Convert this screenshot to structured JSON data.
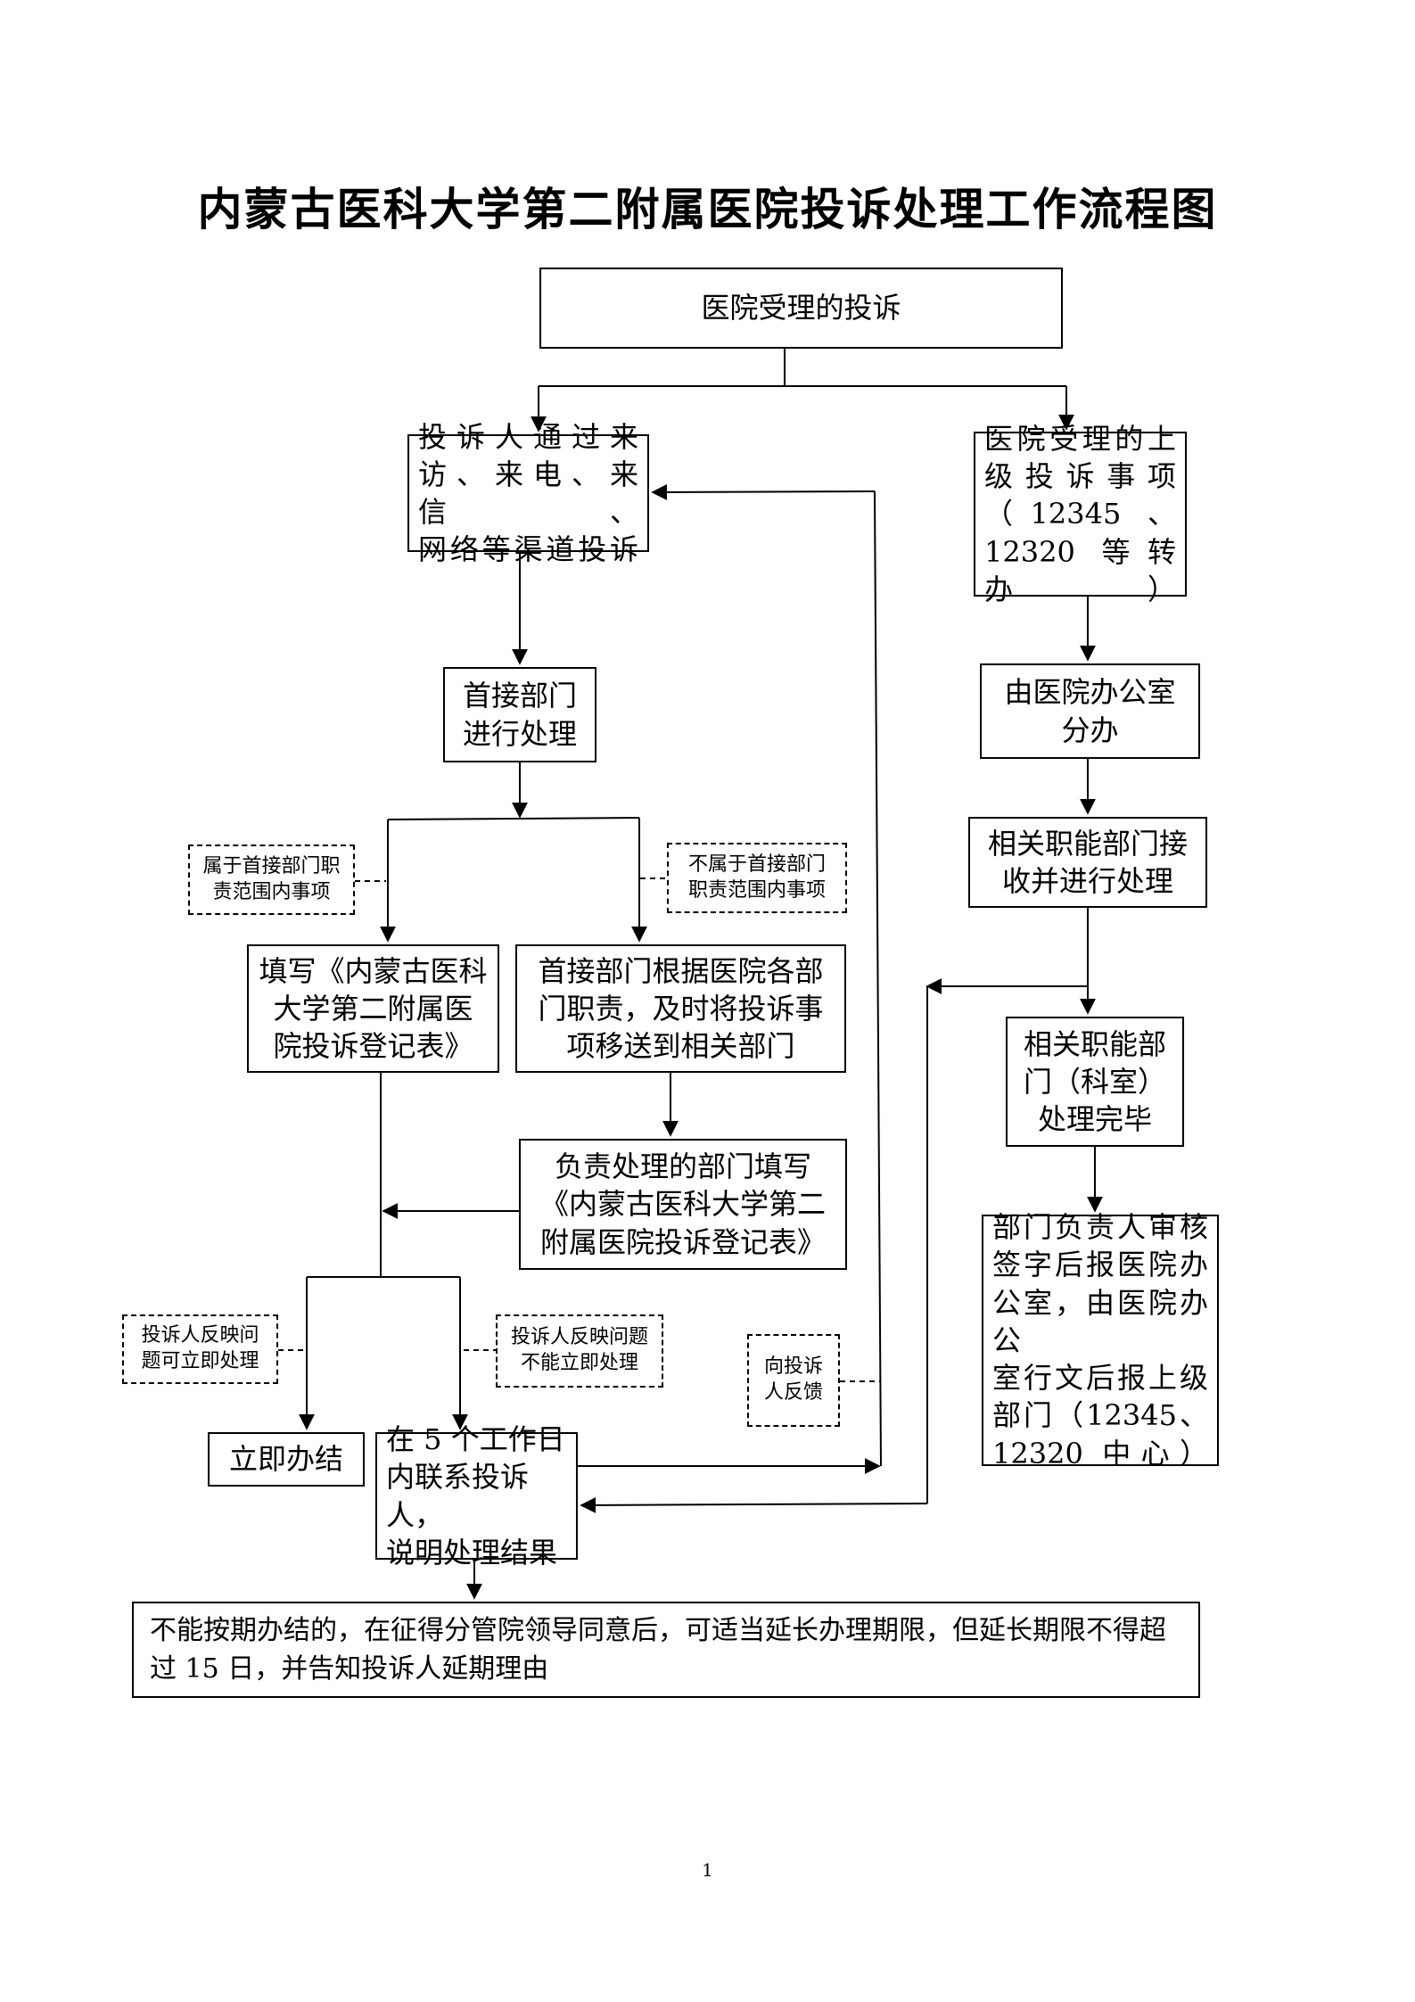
{
  "title": "内蒙古医科大学第二附属医院投诉处理工作流程图",
  "nodes": {
    "hospital_accepted": "医院受理的投诉",
    "complainant_channels": "投诉人通过来\n访、来电、来信、\n网络等渠道投诉",
    "superior_items": "医院受理的上\n级投诉事项\n（12345 、\n12320 等转办）",
    "first_dept": "首接部门\n进行处理",
    "office_assign": "由医院办公室\n分办",
    "related_dept_receive": "相关职能部门接\n收并进行处理",
    "fill_form": "填写《内蒙古医科\n大学第二附属医\n院投诉登记表》",
    "transfer": "首接部门根据医院各部\n门职责，及时将投诉事\n项移送到相关部门",
    "related_dept_done": "相关职能部\n门（科室）\n处理完毕",
    "responsible_fill": "负责处理的部门填写\n《内蒙古医科大学第二\n附属医院投诉登记表》",
    "report": "部门负责人审核\n签字后报医院办\n公室，由医院办公\n室行文后报上级\n部门（12345、\n12320 中心）",
    "immediate_close": "立即办结",
    "contact_5days": "在 5 个工作日\n内联系投诉人，\n说明处理结果",
    "extension": "不能按期办结的，在征得分管院领导同意后，可适当延长办理期限，但延长期限不得超过 15 日，并告知投诉人延期理由"
  },
  "notes": {
    "within_scope": "属于首接部门职\n责范围内事项",
    "outside_scope": "不属于首接部门\n职责范围内事项",
    "can_handle_now": "投诉人反映问\n题可立即处理",
    "cannot_handle_now": "投诉人反映问题\n不能立即处理",
    "feedback": "向投诉\n人反馈"
  },
  "page_number": "1"
}
